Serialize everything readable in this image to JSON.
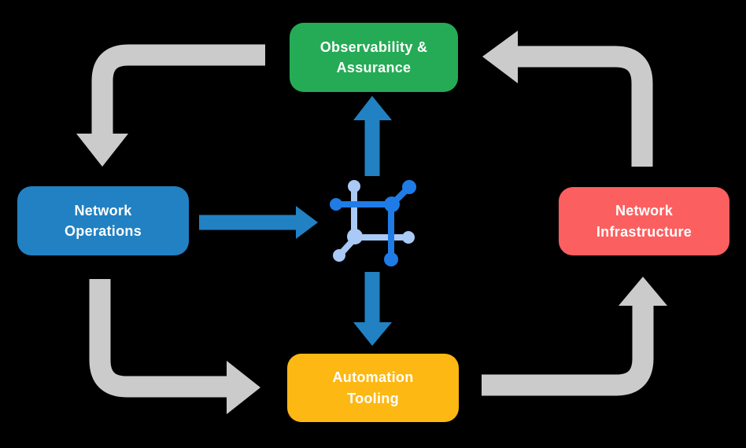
{
  "colors": {
    "background": "#000000",
    "arrow_gray": "#cbcbcb",
    "arrow_blue": "#2181c2",
    "text": "#ffffff"
  },
  "nodes": {
    "observability": {
      "line1": "Observability &",
      "line2": "Assurance",
      "color": "#25ab55"
    },
    "operations": {
      "line1": "Network",
      "line2": "Operations",
      "color": "#2181c2"
    },
    "infrastructure": {
      "line1": "Network",
      "line2": "Infrastructure",
      "color": "#fc5f5f"
    },
    "automation": {
      "line1": "Automation",
      "line2": "Tooling",
      "color": "#fdb813"
    }
  },
  "center_icon": {
    "name": "network-mesh-icon",
    "primary_color": "#1f7ce6",
    "secondary_color": "#a9c9f7"
  },
  "arrows": {
    "cycle_gray": [
      {
        "from": "Observability & Assurance",
        "to": "Network Operations"
      },
      {
        "from": "Network Operations",
        "to": "Automation Tooling"
      },
      {
        "from": "Automation Tooling",
        "to": "Network Infrastructure"
      },
      {
        "from": "Network Infrastructure",
        "to": "Observability & Assurance"
      }
    ],
    "hub_blue": [
      {
        "from": "Network Operations",
        "to": "center-icon"
      },
      {
        "from": "center-icon",
        "to": "Observability & Assurance"
      },
      {
        "from": "center-icon",
        "to": "Automation Tooling"
      }
    ]
  }
}
